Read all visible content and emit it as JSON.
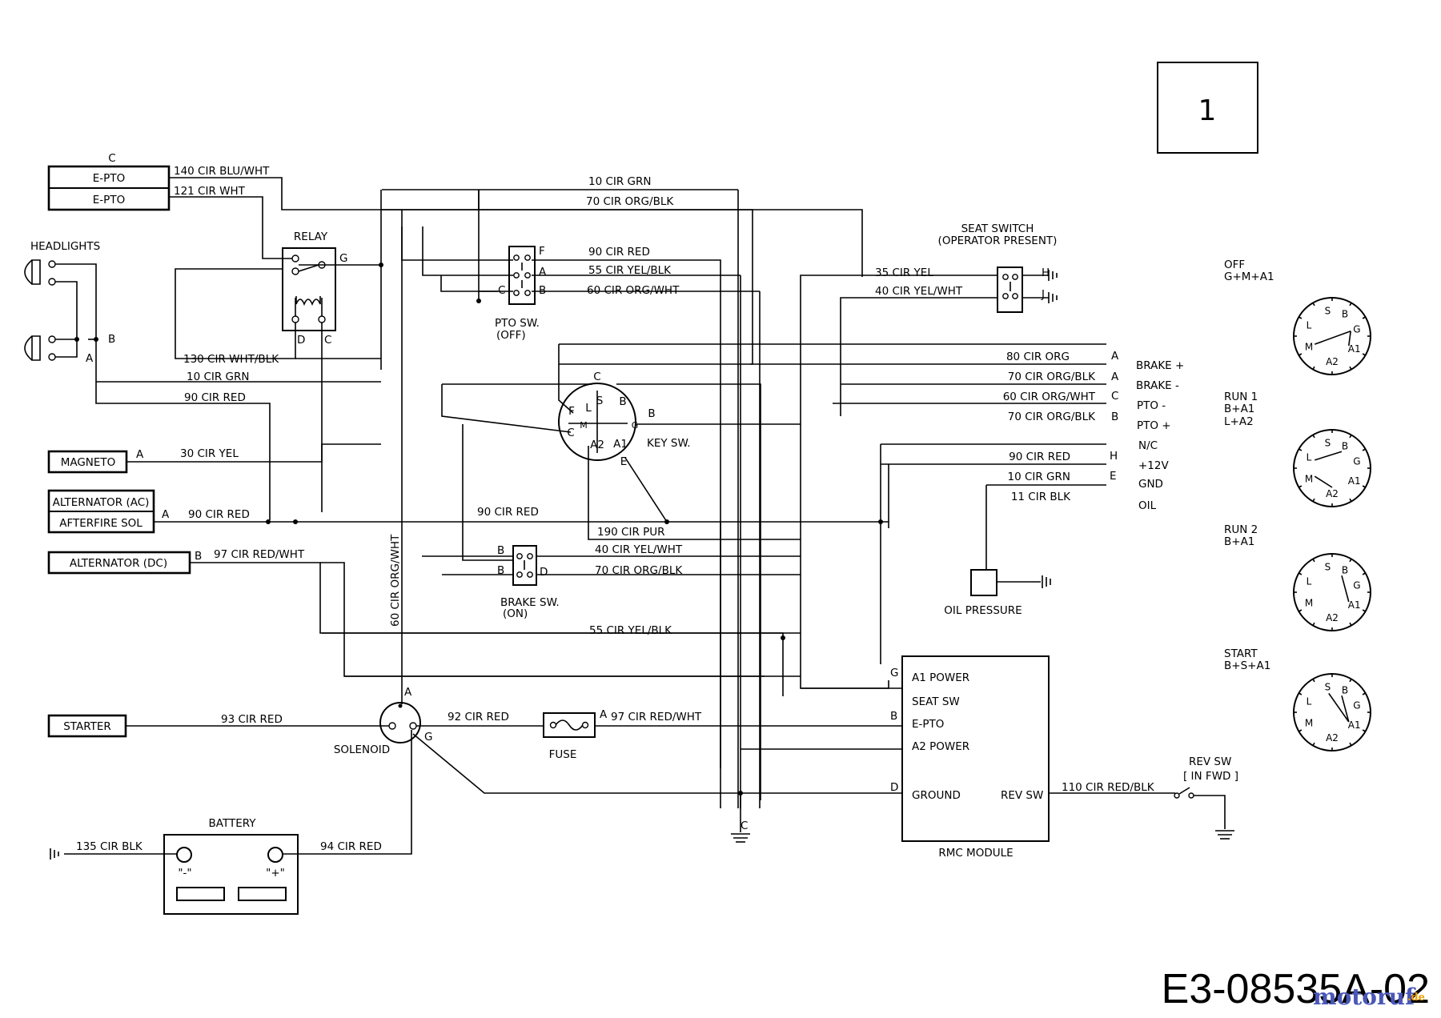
{
  "page_number": "1",
  "drawing_id": "E3-08535A-02",
  "watermark": {
    "text": "motoruf",
    "suffix": ".de",
    "color_main": "#4a57b8",
    "color_accent": "#f0a000"
  },
  "colors": {
    "line": "#000000",
    "background": "#ffffff"
  },
  "connectors": {
    "c_label": "C",
    "eptoA": "E-PTO",
    "eptoB": "E-PTO",
    "magneto": "MAGNETO",
    "alt_ac": "ALTERNATOR (AC)",
    "afterfire": "AFTERFIRE SOL",
    "alt_dc": "ALTERNATOR (DC)",
    "starter": "STARTER"
  },
  "components": {
    "headlights": "HEADLIGHTS",
    "relay": "RELAY",
    "pto_sw": "PTO SW.",
    "pto_sw_state": "(OFF)",
    "key_sw": "KEY SW.",
    "brake_sw": "BRAKE SW.",
    "brake_sw_state": "(ON)",
    "seat_switch": "SEAT SWITCH",
    "seat_switch_note": "(OPERATOR PRESENT)",
    "oil_pressure": "OIL PRESSURE",
    "solenoid": "SOLENOID",
    "fuse": "FUSE",
    "battery": "BATTERY",
    "battery_neg": "\"-\"",
    "battery_pos": "\"+\"",
    "rmc_module": "RMC MODULE",
    "rev_sw": "REV SW",
    "rev_sw_note": "[ IN FWD ]"
  },
  "rmc_terms": [
    "A1 POWER",
    "SEAT SW",
    "E-PTO",
    "A2 POWER",
    "GROUND",
    "REV SW"
  ],
  "harness": [
    {
      "wire": "80 CIR ORG",
      "pin": "A",
      "func": "BRAKE +"
    },
    {
      "wire": "70 CIR ORG/BLK",
      "pin": "A",
      "func": "BRAKE -"
    },
    {
      "wire": "60 CIR ORG/WHT",
      "pin": "C",
      "func": "PTO -"
    },
    {
      "wire": "70 CIR ORG/BLK",
      "pin": "B",
      "func": "PTO +"
    },
    {
      "wire": "",
      "pin": "",
      "func": "N/C"
    },
    {
      "wire": "90 CIR RED",
      "pin": "H",
      "func": "+12V"
    },
    {
      "wire": "10 CIR GRN",
      "pin": "E",
      "func": "GND"
    },
    {
      "wire": "11 CIR BLK",
      "pin": "",
      "func": "OIL"
    }
  ],
  "wires": {
    "w140": "140 CIR BLU/WHT",
    "w121": "121 CIR WHT",
    "w10top": "10 CIR GRN",
    "w70top": "70 CIR ORG/BLK",
    "w90pto": "90 CIR RED",
    "w55pto": "55 CIR YEL/BLK",
    "w60pto": "60 CIR ORG/WHT",
    "w35": "35 CIR YEL",
    "w40seat": "40 CIR YEL/WHT",
    "w130": "130 CIR WHT/BLK",
    "w10left": "10 CIR GRN",
    "w90left": "90 CIR RED",
    "w30": "30 CIR YEL",
    "w90alt": "90 CIR RED",
    "w90mid": "90 CIR RED",
    "w190": "190 CIR PUR",
    "w40brk": "40 CIR YEL/WHT",
    "w70brk": "70 CIR ORG/BLK",
    "w97dc": "97 CIR RED/WHT",
    "w60vert": "60 CIR ORG/WHT",
    "w55low": "55 CIR YEL/BLK",
    "w93": "93 CIR RED",
    "w92": "92 CIR RED",
    "w97fuse": "97 CIR RED/WHT",
    "w110": "110 CIR RED/BLK",
    "w135": "135 CIR BLK",
    "w94": "94 CIR RED"
  },
  "pins": {
    "eptoC": "C",
    "hlB": "B",
    "hlA": "A",
    "relayG": "G",
    "relayD": "D",
    "relayC": "C",
    "magA": "A",
    "altA": "A",
    "dcB": "B",
    "ptoF": "F",
    "ptoA": "A",
    "ptoC": "C",
    "ptoB": "B",
    "keyC": "C",
    "keyS": "S",
    "keyB1": "B",
    "keyF": "F",
    "keyL": "L",
    "keyB2": "B",
    "keyCL": "C",
    "keyM": "M",
    "keyG": "G",
    "keyA2": "A2",
    "keyA1": "A1",
    "keyE": "E",
    "brkB1": "B",
    "brkB2": "B",
    "brkD": "D",
    "seatH": "H",
    "seatJ": "J",
    "solA": "A",
    "solG": "G",
    "fuseA": "A",
    "gndC": "C",
    "rmcG": "G",
    "rmcB": "B",
    "rmcD": "D"
  },
  "key_positions": [
    {
      "name": "OFF",
      "combo": "G+M+A1",
      "combo2": ""
    },
    {
      "name": "RUN 1",
      "combo": "B+A1",
      "combo2": "L+A2"
    },
    {
      "name": "RUN 2",
      "combo": "B+A1",
      "combo2": ""
    },
    {
      "name": "START",
      "combo": "B+S+A1",
      "combo2": ""
    }
  ],
  "dial_letters": [
    "S",
    "B",
    "L",
    "G",
    "M",
    "A1",
    "A2"
  ]
}
